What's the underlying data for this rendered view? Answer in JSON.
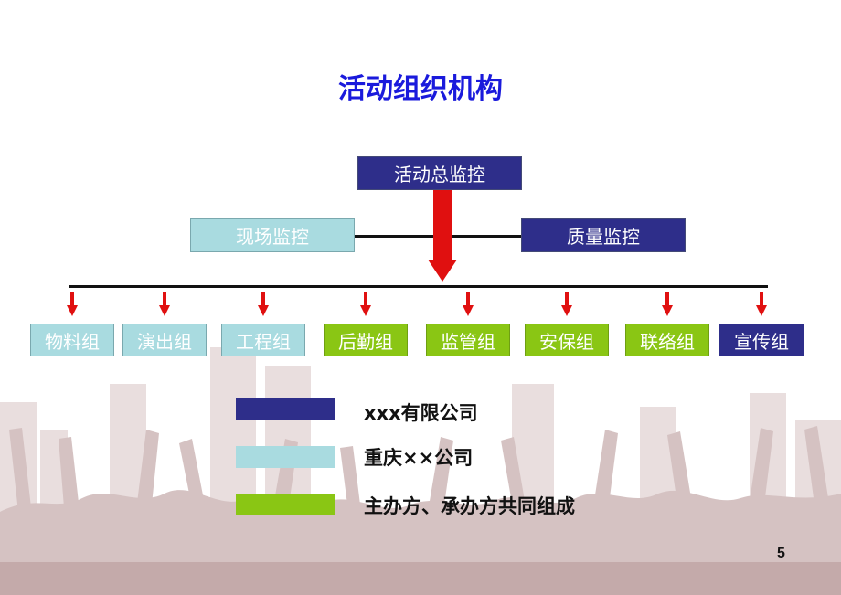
{
  "title": "活动组织机构",
  "top_node": "活动总监控",
  "side_nodes": {
    "left": "现场监控",
    "right": "质量监控"
  },
  "groups": [
    {
      "label": "物料组",
      "category": "chongqing"
    },
    {
      "label": "演出组",
      "category": "chongqing"
    },
    {
      "label": "工程组",
      "category": "chongqing"
    },
    {
      "label": "后勤组",
      "category": "joint"
    },
    {
      "label": "监管组",
      "category": "joint"
    },
    {
      "label": "安保组",
      "category": "joint"
    },
    {
      "label": "联络组",
      "category": "joint"
    },
    {
      "label": "宣传组",
      "category": "xxx"
    }
  ],
  "legend": [
    {
      "key": "xxx",
      "label": "xxx有限公司",
      "color": "#2e2e8a"
    },
    {
      "key": "chongqing",
      "label": "重庆××公司",
      "color": "#a9dbe0"
    },
    {
      "key": "joint",
      "label": "主办方、承办方共同组成",
      "color": "#8ac614"
    }
  ],
  "page_number": "5",
  "colors": {
    "title": "#1a1adc",
    "arrow": "#e01010"
  }
}
